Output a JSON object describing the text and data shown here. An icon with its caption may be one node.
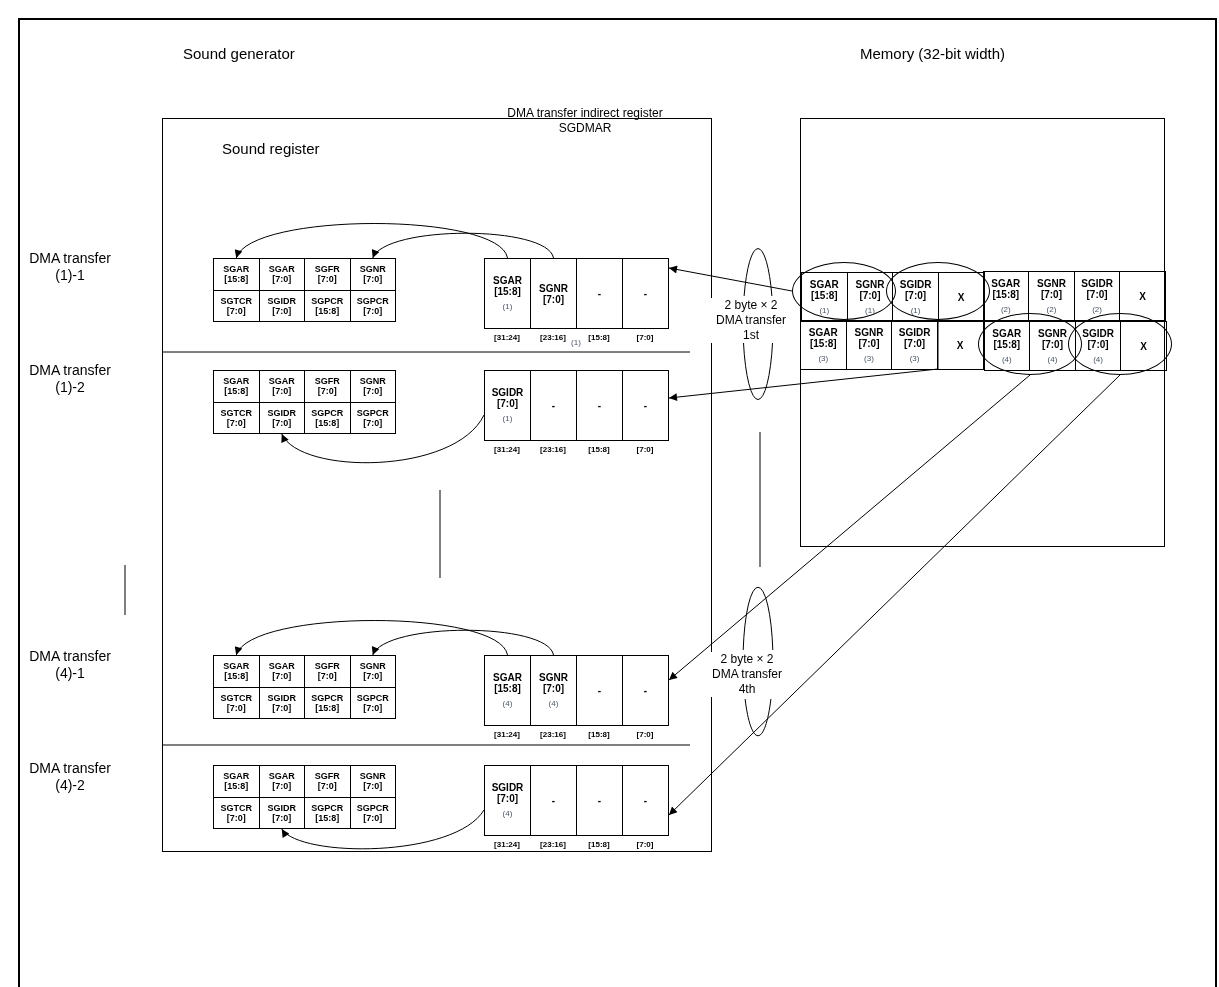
{
  "diagram": {
    "nodes": [
      {
        "text": [
          "Sound generator"
        ]
      },
      {
        "text": [
          "SGAR [15:8]"
        ],
        "in": 0
      },
      {
        "text": [
          "SGAR [7:0]"
        ],
        "in": 0
      },
      {
        "text": [
          "SGFR [7:0]"
        ],
        "in": 0
      },
      {
        "text": [
          "SGNR [7:0]"
        ],
        "in": 0
      },
      {
        "text": [
          "SGTCR [7:0]"
        ],
        "in": 0
      },
      {
        "text": [
          "SGIDR [7:0]"
        ],
        "in": 0
      },
      {
        "text": [
          "SGPCR [15:8]"
        ],
        "in": 0
      },
      {
        "text": [
          "SGPCR [7:0]"
        ],
        "in": 0
      },
      {
        "text": [
          "SGAR [15:8]",
          "(1)"
        ],
        "in": 0
      },
      {
        "text": [
          "SGNR [7:0]"
        ],
        "in": 0
      },
      {
        "text": [
          "-"
        ],
        "in": 0
      },
      {
        "text": [
          "-"
        ],
        "in": 0
      },
      {
        "text": [
          "SGAR [15:8]"
        ],
        "in": 0
      },
      {
        "text": [
          "SGAR [7:0]"
        ],
        "in": 0
      },
      {
        "text": [
          "SGFR [7:0]"
        ],
        "in": 0
      },
      {
        "text": [
          "SGNR [7:0]"
        ],
        "in": 0
      },
      {
        "text": [
          "SGTCR [7:0]"
        ],
        "in": 0
      },
      {
        "text": [
          "SGIDR [7:0]"
        ],
        "in": 0
      },
      {
        "text": [
          "SGPCR [15:8]"
        ],
        "in": 0
      },
      {
        "text": [
          "SGPCR [7:0]"
        ],
        "in": 0
      },
      {
        "text": [
          "SGIDR [7:0]",
          "(1)"
        ],
        "in": 0
      },
      {
        "text": [
          "-"
        ],
        "in": 0
      },
      {
        "text": [
          "-"
        ],
        "in": 0
      },
      {
        "text": [
          "-"
        ],
        "in": 0
      },
      {
        "text": [
          "SGAR [15:8]"
        ],
        "in": 0
      },
      {
        "text": [
          "SGAR [7:0]"
        ],
        "in": 0
      },
      {
        "text": [
          "SGFR [7:0]"
        ],
        "in": 0
      },
      {
        "text": [
          "SGNR [7:0]"
        ],
        "in": 0
      },
      {
        "text": [
          "SGTCR [7:0]"
        ],
        "in": 0
      },
      {
        "text": [
          "SGIDR [7:0]"
        ],
        "in": 0
      },
      {
        "text": [
          "SGPCR [15:8]"
        ],
        "in": 0
      },
      {
        "text": [
          "SGPCR [7:0]"
        ],
        "in": 0
      },
      {
        "text": [
          "SGAR [15:8]",
          "(4)"
        ],
        "in": 0
      },
      {
        "text": [
          "SGNR [7:0]",
          "(4)"
        ],
        "in": 0
      },
      {
        "text": [
          "-"
        ],
        "in": 0
      },
      {
        "text": [
          "-"
        ],
        "in": 0
      },
      {
        "text": [
          "SGAR [15:8]"
        ],
        "in": 0
      },
      {
        "text": [
          "SGAR [7:0]"
        ],
        "in": 0
      },
      {
        "text": [
          "SGFR [7:0]"
        ],
        "in": 0
      },
      {
        "text": [
          "SGNR [7:0]"
        ],
        "in": 0
      },
      {
        "text": [
          "SGTCR [7:0]"
        ],
        "in": 0
      },
      {
        "text": [
          "SGIDR [7:0]"
        ],
        "in": 0
      },
      {
        "text": [
          "SGPCR [15:8]"
        ],
        "in": 0
      },
      {
        "text": [
          "SGPCR [7:0]"
        ],
        "in": 0
      },
      {
        "text": [
          "SGIDR [7:0]",
          "(4)"
        ],
        "in": 0
      },
      {
        "text": [
          "-"
        ],
        "in": 0
      },
      {
        "text": [
          "-"
        ],
        "in": 0
      },
      {
        "text": [
          "-"
        ],
        "in": 0
      },
      {
        "text": [
          "Memory (32-bit width)"
        ]
      },
      {
        "text": [],
        "shape": "ellipse",
        "in": 49
      },
      {
        "text": [],
        "shape": "ellipse",
        "in": 49
      },
      {
        "text": [],
        "shape": "ellipse",
        "in": 49
      },
      {
        "text": [],
        "shape": "ellipse",
        "in": 49
      },
      {
        "text": [
          "SGAR [15:8]",
          "(1)"
        ],
        "in": 50
      },
      {
        "text": [
          "SGNR [7:0]",
          "(1)"
        ],
        "in": 50
      },
      {
        "text": [
          "SGIDR [7:0]",
          "(1)"
        ],
        "in": 51
      },
      {
        "text": [
          "X"
        ],
        "in": 51
      },
      {
        "text": [
          "SGAR [15:8]",
          "(2)"
        ],
        "in": 49
      },
      {
        "text": [
          "SGNR [7:0]",
          "(2)"
        ],
        "in": 49
      },
      {
        "text": [
          "SGIDR [7:0]",
          "(2)"
        ],
        "in": 49
      },
      {
        "text": [
          "X"
        ],
        "in": 49
      },
      {
        "text": [
          "SGAR [15:8]",
          "(3)"
        ],
        "in": 49
      },
      {
        "text": [
          "SGNR [7:0]",
          "(3)"
        ],
        "in": 49
      },
      {
        "text": [
          "SGIDR [7:0]",
          "(3)"
        ],
        "in": 49
      },
      {
        "text": [
          "X"
        ],
        "in": 49
      },
      {
        "text": [
          "SGAR [15:8]",
          "(4)"
        ],
        "in": 52
      },
      {
        "text": [
          "SGNR [7:0]",
          "(4)"
        ],
        "in": 52
      },
      {
        "text": [
          "SGIDR [7:0]",
          "(4)"
        ],
        "in": 53
      },
      {
        "text": [
          "X"
        ],
        "in": 53
      }
    ],
    "edges": [
      {
        "from": 50,
        "to": 12,
        "arrow": "to"
      },
      {
        "from": 51,
        "to": 24,
        "arrow": "to"
      },
      {
        "from": 52,
        "to": 36,
        "arrow": "to"
      },
      {
        "from": 53,
        "to": 48,
        "arrow": "to"
      },
      {
        "from": 9,
        "to": 1,
        "arrow": "to"
      },
      {
        "from": 10,
        "to": 4,
        "arrow": "to"
      },
      {
        "from": 21,
        "to": 18,
        "arrow": "to"
      },
      {
        "from": 33,
        "to": 25,
        "arrow": "to"
      },
      {
        "from": 34,
        "to": 28,
        "arrow": "to"
      },
      {
        "from": 45,
        "to": 42,
        "arrow": "to"
      }
    ],
    "labels": [
      "Sound register",
      "DMA transfer indirect register SGDMAR",
      "DMA transfer (1)-1",
      "[31:24]",
      "[23:16]",
      "(1)",
      "[15:8]",
      "[7:0]",
      "2 byte × 2 DMA transfer 1st",
      "DMA transfer (1)-2",
      "[31:24]",
      "[23:16]",
      "[15:8]",
      "[7:0]",
      "DMA transfer (4)-1",
      "[31:24]",
      "[23:16]",
      "[15:8]",
      "[7:0]",
      "2 byte × 2 DMA transfer 4th",
      "DMA transfer (4)-2",
      "[31:24]",
      "[23:16]",
      "[15:8]",
      "[7:0]"
    ]
  }
}
